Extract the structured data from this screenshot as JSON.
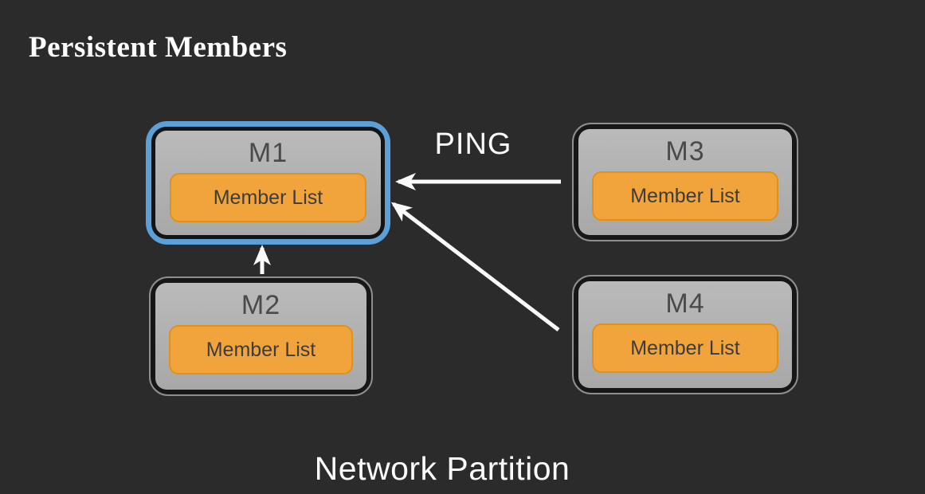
{
  "title": "Persistent Members",
  "caption": "Network Partition",
  "ping_label": "PING",
  "nodes": [
    {
      "id": "m1",
      "label": "M1",
      "sublabel": "Member List",
      "highlighted": true
    },
    {
      "id": "m2",
      "label": "M2",
      "sublabel": "Member List",
      "highlighted": false
    },
    {
      "id": "m3",
      "label": "M3",
      "sublabel": "Member List",
      "highlighted": false
    },
    {
      "id": "m4",
      "label": "M4",
      "sublabel": "Member List",
      "highlighted": false
    }
  ],
  "arrows": [
    {
      "name": "m3-to-m1",
      "from": "M3",
      "to": "M1",
      "label": "PING"
    },
    {
      "name": "m4-to-m1",
      "from": "M4",
      "to": "M1",
      "label": ""
    },
    {
      "name": "m2-to-m1",
      "from": "M2",
      "to": "M1",
      "label": ""
    }
  ],
  "colors": {
    "background": "#2b2b2b",
    "highlight_blue": "#5ba0d7",
    "node_fill": "#b1b1b1",
    "node_dark_border": "#171717",
    "node_light_outline": "#8f8f8f",
    "member_list_fill": "#f2a43c",
    "member_list_border": "#e0911c",
    "node_label_text": "#4a4a4a",
    "arrow": "#fafafa",
    "title_text": "#ffffff"
  }
}
